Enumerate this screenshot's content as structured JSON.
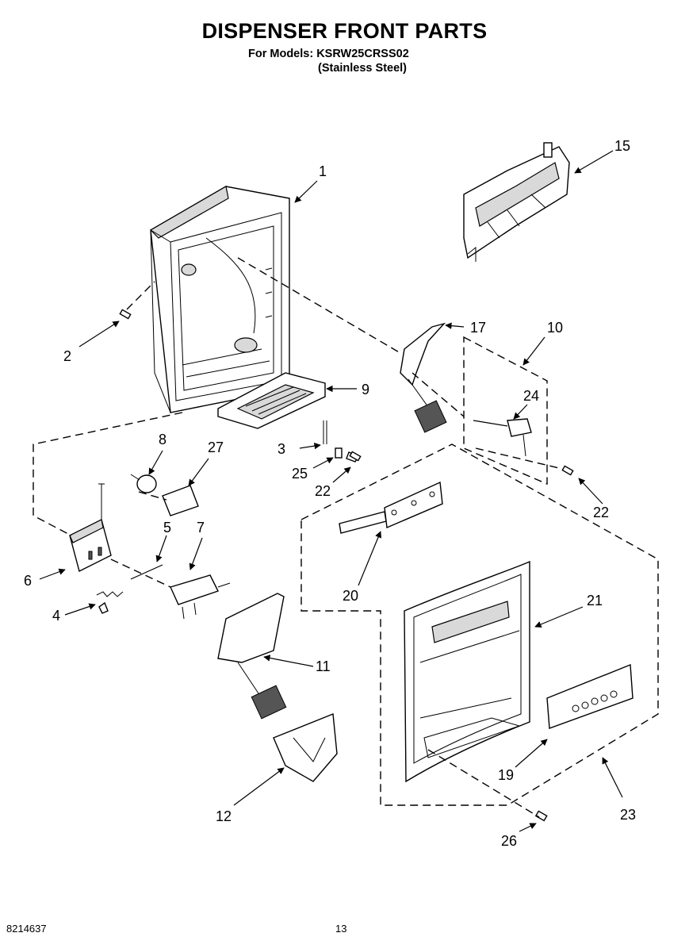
{
  "header": {
    "title": "DISPENSER FRONT PARTS",
    "models_line": "For Models: KSRW25CRSS02",
    "variant_line": "(Stainless Steel)"
  },
  "callouts": {
    "c1": "1",
    "c2": "2",
    "c3": "3",
    "c4": "4",
    "c5": "5",
    "c6": "6",
    "c7": "7",
    "c8": "8",
    "c9": "9",
    "c10": "10",
    "c11": "11",
    "c12": "12",
    "c15": "15",
    "c17": "17",
    "c19": "19",
    "c20": "20",
    "c21": "21",
    "c22a": "22",
    "c22b": "22",
    "c23": "23",
    "c24": "24",
    "c25": "25",
    "c26": "26",
    "c27": "27"
  },
  "footer": {
    "doc_number": "8214637",
    "page_number": "13"
  }
}
